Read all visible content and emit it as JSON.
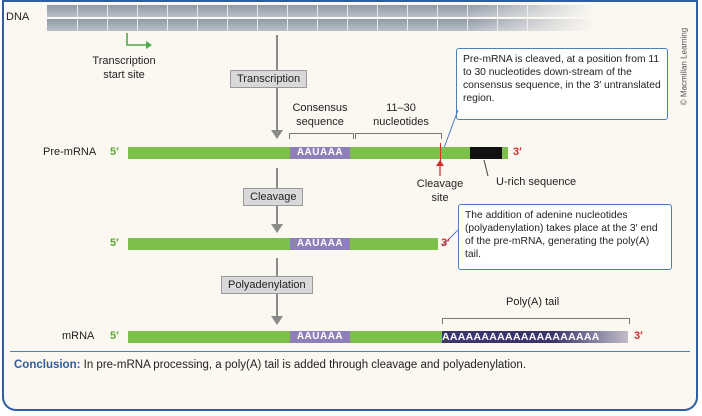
{
  "dna_label": "DNA",
  "transcription_start": "Transcription\nstart site",
  "steps": {
    "transcription": "Transcription",
    "cleavage": "Cleavage",
    "polyadenylation": "Polyadenylation"
  },
  "consensus_label": "Consensus\nsequence",
  "nucleotides_label": "11–30\nnucleotides",
  "callout_cleavage": "Pre-mRNA is cleaved, at a position from 11 to 30 nucleotides down-stream of the consensus sequence, in the 3′ untranslated region.",
  "callout_polya": "The addition of adenine nucleotides (polyadenylation) takes place at the 3′ end of the pre-mRNA, generating the poly(A) tail.",
  "premrna_label": "Pre-mRNA",
  "mrna_label": "mRNA",
  "five_prime": "5′",
  "three_prime": "3′",
  "consensus_seq": "AAUAAA",
  "cleavage_site": "Cleavage\nsite",
  "u_rich": "U-rich sequence",
  "polya_tail_label": "Poly(A) tail",
  "polya_seq": "AAAAAAAAAAAAAAAAAAAA",
  "conclusion_head": "Conclusion:",
  "conclusion_text": " In pre-mRNA processing, a poly(A) tail is added through cleavage and polyadenylation.",
  "credit": "© Macmillan Learning",
  "colors": {
    "border": "#2e5ea0",
    "rna": "#7cbf4a",
    "consensus": "#8e7fb8",
    "u_rich": "#111111",
    "polya": "#3b356b",
    "five_prime": "#5aa830",
    "three_prime": "#d12e2e"
  }
}
